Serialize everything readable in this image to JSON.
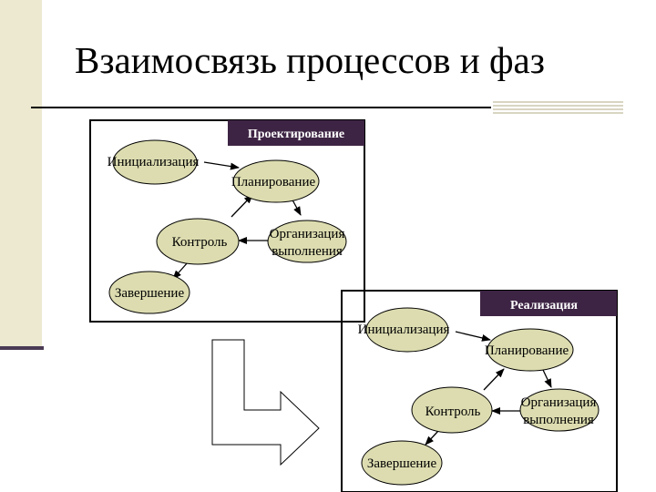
{
  "title": "Взаимосвязь процессов и фаз",
  "colors": {
    "ellipse_fill": "#dcdcb0",
    "header_fill": "#3e2444",
    "sidebar": "#ece9d0",
    "stripes": "#d8d5c2"
  },
  "phase_design": {
    "header": "Проектирование",
    "nodes": {
      "init": "Инициализация",
      "plan": "Планирование",
      "control": "Контроль",
      "org_line1": "Организация",
      "org_line2": "выполнения",
      "finish": "Завершение"
    }
  },
  "phase_implementation": {
    "header": "Реализация",
    "nodes": {
      "init": "Инициализация",
      "plan": "Планирование",
      "control": "Контроль",
      "org_line1": "Организация",
      "org_line2": "выполнения",
      "finish": "Завершение"
    }
  }
}
